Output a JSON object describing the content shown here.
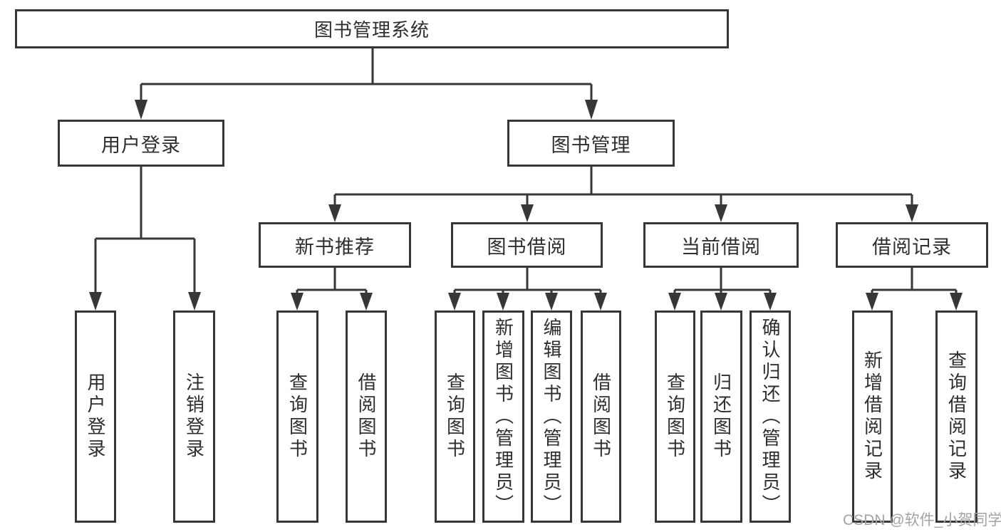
{
  "diagram": {
    "title": "图书管理系统",
    "nodes": {
      "root": {
        "label": "图书管理系统"
      },
      "level2": [
        {
          "label": "用户登录"
        },
        {
          "label": "图书管理"
        }
      ],
      "level3": [
        {
          "label": "新书推荐",
          "parent": "图书管理"
        },
        {
          "label": "图书借阅",
          "parent": "图书管理"
        },
        {
          "label": "当前借阅",
          "parent": "图书管理"
        },
        {
          "label": "借阅记录",
          "parent": "图书管理"
        }
      ],
      "leaves": [
        {
          "label": "用户登录",
          "parent": "用户登录"
        },
        {
          "label": "注销登录",
          "parent": "用户登录"
        },
        {
          "label": "查询图书",
          "parent": "新书推荐"
        },
        {
          "label": "借阅图书",
          "parent": "新书推荐"
        },
        {
          "label": "查询图书",
          "parent": "图书借阅"
        },
        {
          "label": "新增图书（管理员）",
          "parent": "图书借阅"
        },
        {
          "label": "编辑图书（管理员）",
          "parent": "图书借阅"
        },
        {
          "label": "借阅图书",
          "parent": "图书借阅"
        },
        {
          "label": "查询图书",
          "parent": "当前借阅"
        },
        {
          "label": "归还图书",
          "parent": "当前借阅"
        },
        {
          "label": "确认归还（管理员）",
          "parent": "当前借阅"
        },
        {
          "label": "新增借阅记录",
          "parent": "借阅记录"
        },
        {
          "label": "查询借阅记录",
          "parent": "借阅记录"
        }
      ]
    },
    "colors": {
      "line": "#373737",
      "box_background": "#ffffff",
      "text": "#2e2e2e",
      "watermark": "#a3a3a3"
    }
  },
  "watermark": "CSDN @软件_小贺同学"
}
